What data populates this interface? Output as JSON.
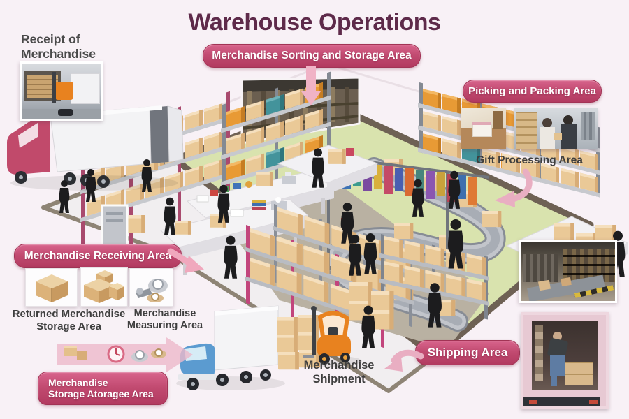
{
  "title": "Warehouse Operations",
  "sections": {
    "receipt": {
      "label": "Receipt of Merchandise"
    },
    "sorting": {
      "banner": "Merchandise Sorting and Storage Area"
    },
    "picking": {
      "banner": "Picking and Packing Area",
      "caption": "Gift Processing Area"
    },
    "receiving": {
      "banner": "Merchandise Receiving Area",
      "returned_caption": "Returned Merchandise Storage Area",
      "measuring_caption": "Merchandise Measuring Area"
    },
    "storage": {
      "banner_line1": "Merchandise",
      "banner_line2": "Storage Atoragee Area"
    },
    "shipment": {
      "caption": "Merchandise Shipment"
    },
    "shipping": {
      "banner": "Shipping Area"
    }
  },
  "illustration": {
    "photos": {
      "receipt_photo": "forklift-unloading-truck",
      "gift_photo": "gift-box-on-desk",
      "packing_photo": "workers-packing-boxes",
      "sorting_inset_photo": "warehouse-storage-racks",
      "shipping_warehouse_photo": "warehouse-conveyor-with-boxes",
      "shipping_truck_photo": "worker-loading-truck"
    }
  },
  "colors": {
    "background": "#f8f1f6",
    "banner_pink": "#c24a70",
    "title_maroon": "#5e2a4a",
    "caption_gray": "#3e3e3e",
    "arrow_pink": "#f0b3c6",
    "floor_green": "#d9e3ae",
    "floor_border": "#6e6154",
    "aisle_taupe": "#b9b1a2",
    "box_tan": "#eac997",
    "rack_magenta": "#c2457c",
    "forklift_orange": "#e8821f",
    "truck_blue": "#5b9bd0",
    "truck_maroon": "#c14a6b"
  }
}
